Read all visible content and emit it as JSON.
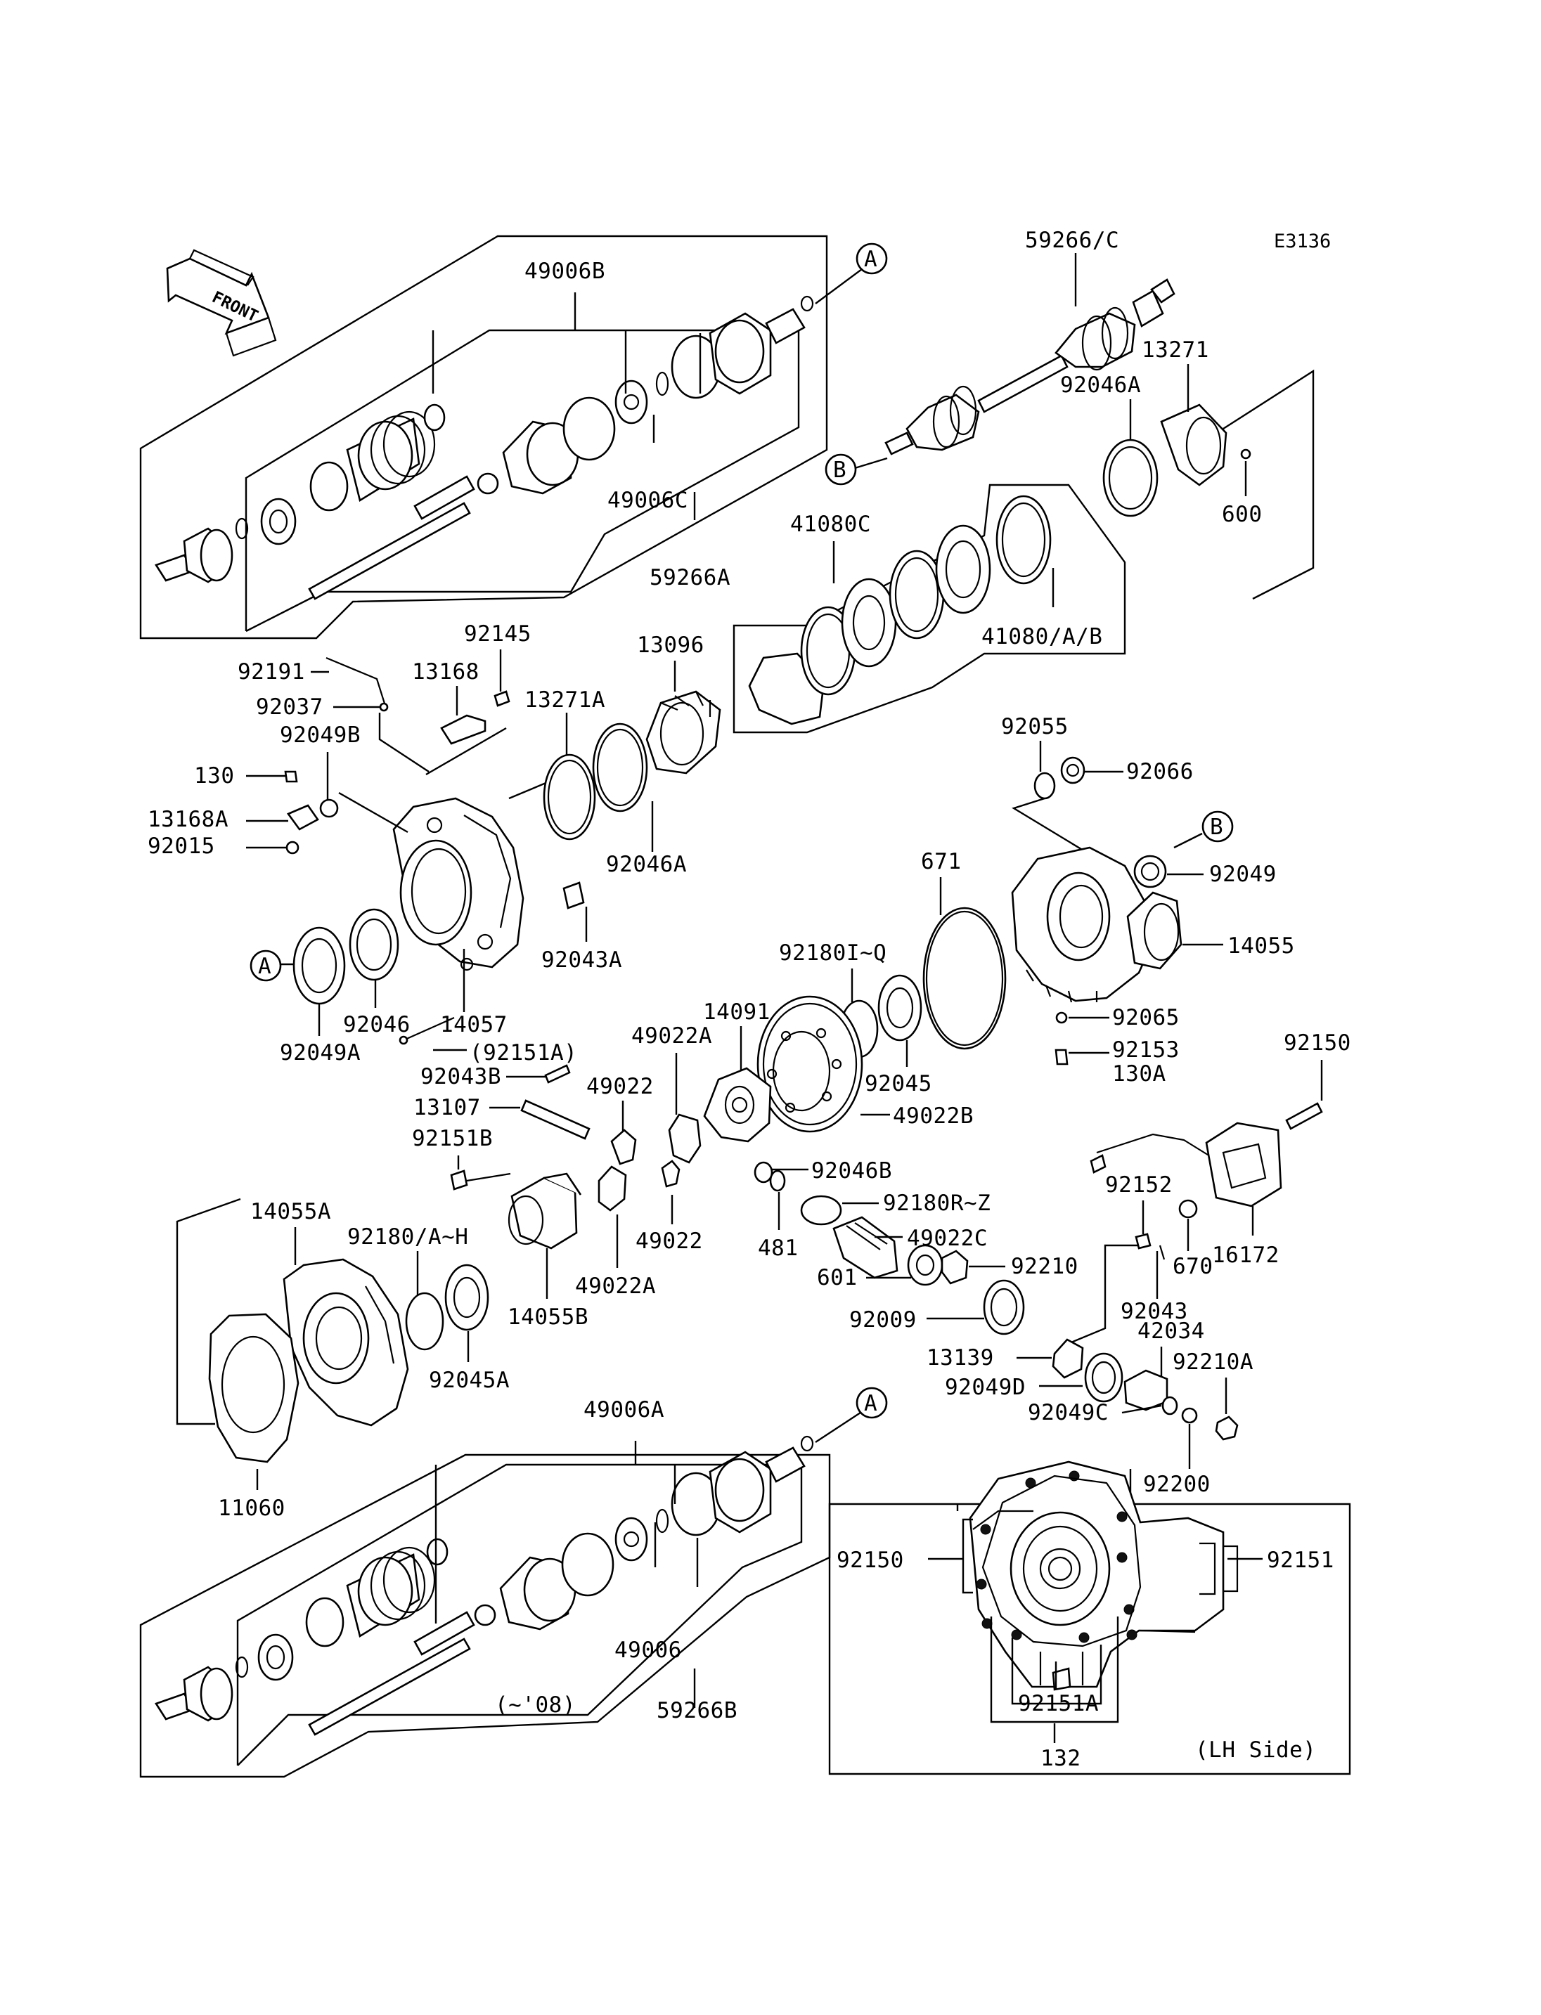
{
  "diagram": {
    "code": "E3136",
    "front_label": "FRONT",
    "ref_markers": {
      "a": "A",
      "b": "B"
    },
    "note_model": "(~'08)",
    "lh_side": "(LH Side)",
    "labels": {
      "p49006B": "49006B",
      "p49006C": "49006C",
      "p59266A": "59266A",
      "p59266C": "59266/C",
      "p13271": "13271",
      "p92046A_top": "92046A",
      "p600": "600",
      "p41080C": "41080C",
      "p41080AB": "41080/A/B",
      "p92145": "92145",
      "p13096": "13096",
      "p92191": "92191",
      "p13168": "13168",
      "p92037": "92037",
      "p13271A": "13271A",
      "p92049B": "92049B",
      "p130": "130",
      "p13168A": "13168A",
      "p92015": "92015",
      "p92046A_mid": "92046A",
      "p92055": "92055",
      "p92066": "92066",
      "p92049": "92049",
      "p671": "671",
      "p14055": "14055",
      "p92043A": "92043A",
      "p92046": "92046",
      "p14057": "14057",
      "p92049A": "92049A",
      "p92151A_paren": "(92151A)",
      "p92180IQ": "92180I~Q",
      "p14091": "14091",
      "p49022A_top": "49022A",
      "p92045": "92045",
      "p49022B": "49022B",
      "p92065": "92065",
      "p92153": "92153",
      "p130A": "130A",
      "p92150_top": "92150",
      "p92043B": "92043B",
      "p49022_top": "49022",
      "p13107": "13107",
      "p92151B": "92151B",
      "p92046B": "92046B",
      "p92180RZ": "92180R~Z",
      "p49022C": "49022C",
      "p92152": "92152",
      "p16172": "16172",
      "p14055A": "14055A",
      "p92180AH": "92180/A~H",
      "p49022_bot": "49022",
      "p49022A_bot": "49022A",
      "p481": "481",
      "p601": "601",
      "p92210": "92210",
      "p670": "670",
      "p92043": "92043",
      "p42034": "42034",
      "p14055B": "14055B",
      "p92045A": "92045A",
      "p92009": "92009",
      "p13139": "13139",
      "p92049D": "92049D",
      "p92210A": "92210A",
      "p92049C": "92049C",
      "p92200": "92200",
      "p49006A": "49006A",
      "p11060": "11060",
      "p92150_bot": "92150",
      "p92151": "92151",
      "p49006": "49006",
      "p59266B": "59266B",
      "p92151A_bot": "92151A",
      "p132": "132"
    }
  }
}
